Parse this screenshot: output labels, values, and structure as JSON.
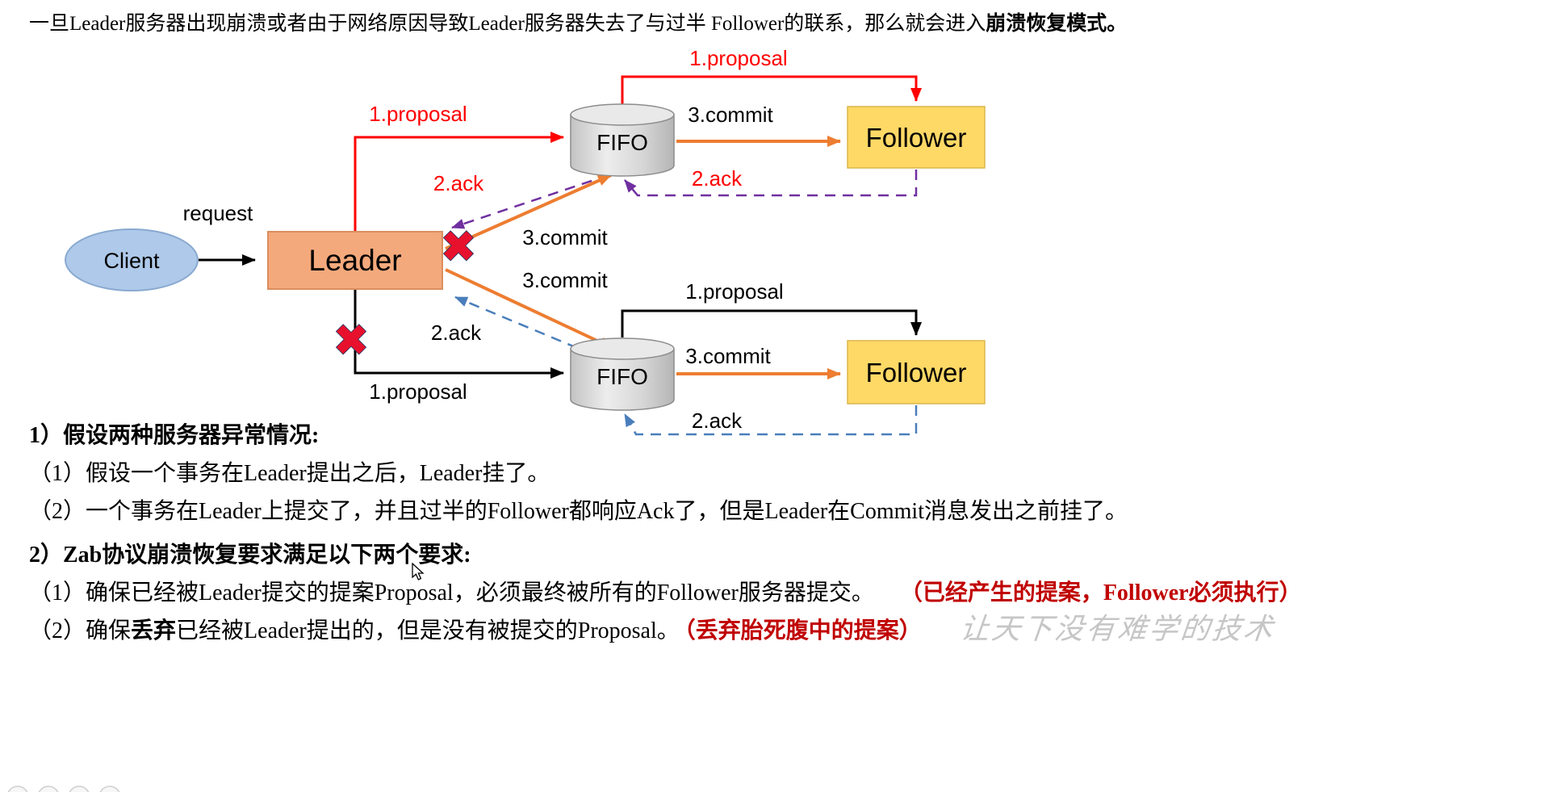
{
  "colors": {
    "red": "#FF0000",
    "orange": "#ED7D31",
    "purple": "#7030A0",
    "blue": "#4A7EBB",
    "black": "#000000",
    "note_red": "#C00000",
    "client_fill": "#AEC9E9",
    "client_stroke": "#89A9D0",
    "leader_fill": "#F4A97C",
    "leader_stroke": "#D98E5F",
    "follower_fill": "#FFD966",
    "follower_stroke": "#DCB64A",
    "fifo_fill": "#D6D6D6",
    "watermark_gray": "#C6C6C6"
  },
  "intro": {
    "text": "一旦Leader服务器出现崩溃或者由于网络原因导致Leader服务器失去了与过半 Follower的联系，那么就会进入",
    "bold": "崩溃恢复模式。"
  },
  "diagram": {
    "nodes": {
      "client": "Client",
      "leader": "Leader",
      "fifo": "FIFO",
      "follower": "Follower"
    },
    "labels": {
      "request": "request",
      "proposal": "1.proposal",
      "ack": "2.ack",
      "commit": "3.commit"
    }
  },
  "icons": {
    "x_mark": "✖"
  },
  "notes": {
    "item1_title": "1）假设两种服务器异常情况:",
    "item1_sub1": "（1）假设一个事务在Leader提出之后，Leader挂了。",
    "item1_sub2": "（2）一个事务在Leader上提交了，并且过半的Follower都响应Ack了，但是Leader在Commit消息发出之前挂了。",
    "item2_title": "2）Zab协议崩溃恢复要求满足以下两个要求:",
    "item2_sub1": "（1）确保已经被Leader提交的提案Proposal，必须最终被所有的Follower服务器提交。",
    "item2_sub1_red": "（已经产生的提案，Follower必须执行）",
    "item2_sub2_pre": "（2）确保",
    "item2_sub2_bold": "丢弃",
    "item2_sub2_rest": "已经被Leader提出的，但是没有被提交的Proposal。",
    "item2_sub2_red": "（丢弃胎死腹中的提案）"
  },
  "watermark": "让天下没有难学的技术"
}
